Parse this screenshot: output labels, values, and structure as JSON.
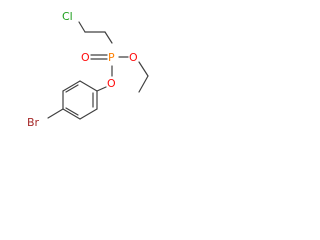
{
  "molecule": {
    "atoms": {
      "cl": "Cl",
      "p": "P",
      "o_double": "O",
      "o_ethoxy": "O",
      "o_phenoxy": "O",
      "br": "Br"
    },
    "colors": {
      "bond": "#404040",
      "chlorine": "#1fa01f",
      "phosphorus": "#ff8000",
      "oxygen": "#ff0d0d",
      "bromine": "#a62929"
    }
  }
}
